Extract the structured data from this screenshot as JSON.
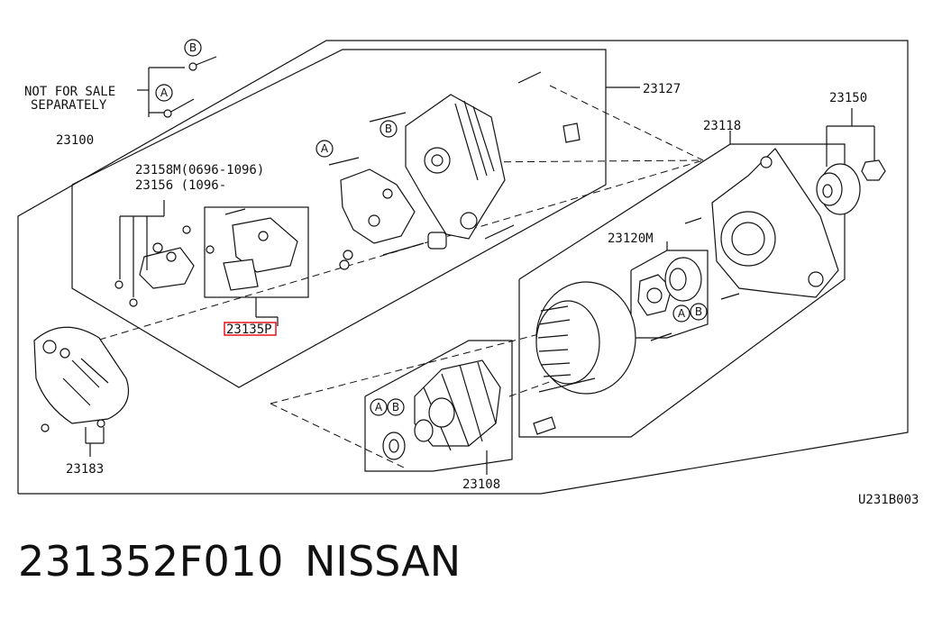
{
  "labels": {
    "not_for_sale_1": "NOT FOR SALE",
    "not_for_sale_2": "SEPARATELY",
    "p23100": "23100",
    "p23158m": "23158M(0696-1096)",
    "p23156": "23156 (1096-",
    "p23135": "23135P",
    "p23127": "23127",
    "p23118": "23118",
    "p23150": "23150",
    "p23120m": "23120M",
    "p23183": "23183",
    "p23108": "23108",
    "diagram_code": "U231B003"
  },
  "markers": {
    "a": "A",
    "b": "B"
  },
  "highlight_color": "#e8202a",
  "footer": {
    "part_number": "231352F010",
    "brand": "NISSAN"
  }
}
